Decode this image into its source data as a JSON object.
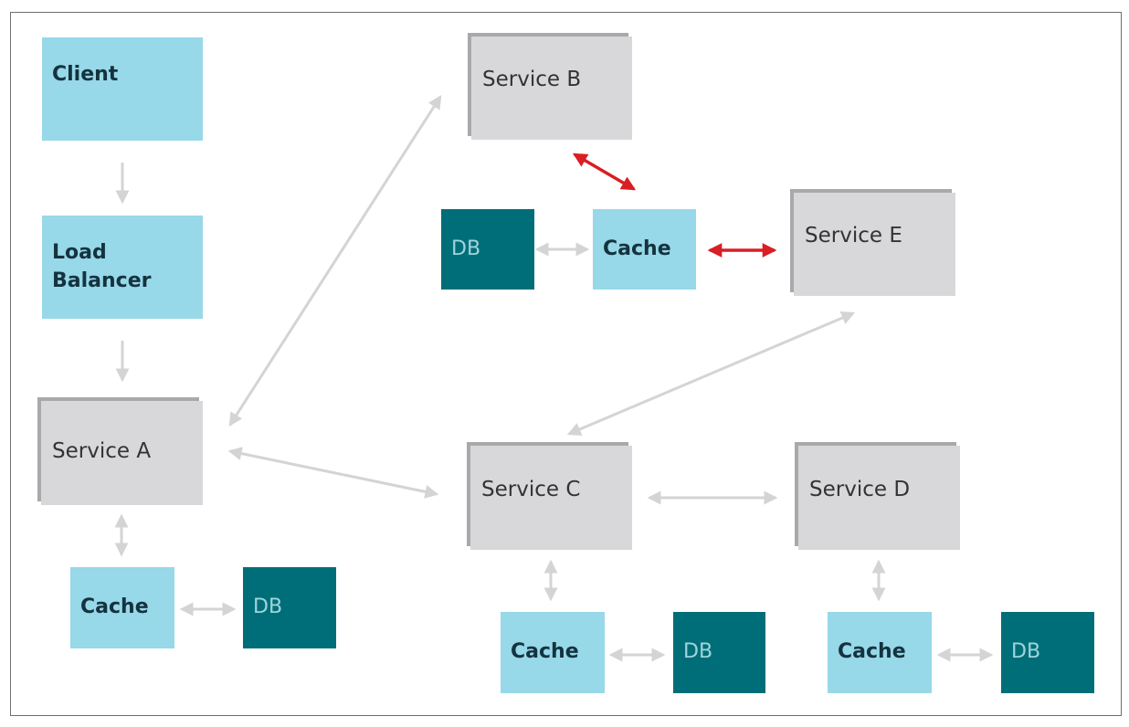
{
  "diagram": {
    "client": "Client",
    "load_balancer": [
      "Load",
      "Balancer"
    ],
    "services": {
      "a": "Service A",
      "b": "Service B",
      "c": "Service C",
      "d": "Service D",
      "e": "Service E"
    },
    "cache_label": "Cache",
    "db_label": "DB",
    "colors": {
      "client_fill": "#97d8e9",
      "service_fill": "#d8d8da",
      "service_shadow": "#a9a9ab",
      "db_fill": "#006e78",
      "arrow": "#d4d4d4",
      "highlight_arrow": "#d91e24"
    }
  }
}
